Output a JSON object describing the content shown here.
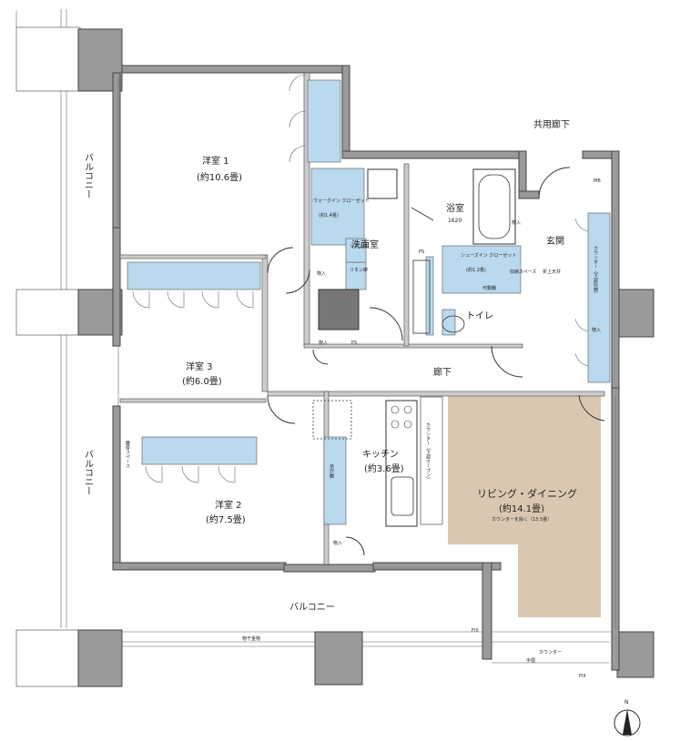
{
  "rooms": {
    "western1": {
      "name": "洋室 1",
      "size": "(約10.6畳)"
    },
    "western2": {
      "name": "洋室 2",
      "size": "(約7.5畳)"
    },
    "western3": {
      "name": "洋室 3",
      "size": "(約6.0畳)"
    },
    "living": {
      "name": "リビング・ダイニング",
      "size": "(約14.1畳)",
      "note": "カウンターを除く（13.5畳）"
    },
    "kitchen": {
      "name": "キッチン",
      "size": "(約3.6畳)"
    },
    "bath": {
      "name": "浴室",
      "size": "1620"
    },
    "washroom": {
      "name": "洗面室"
    },
    "toilet": {
      "name": "トイレ"
    },
    "corridor": {
      "name": "廊下"
    },
    "entrance": {
      "name": "玄関"
    },
    "walkin": {
      "name": "ウォークイン クローゼット",
      "size": "(約1.4畳)"
    },
    "shoesin": {
      "name": "シューズイン クローゼット",
      "size": "(約1.2畳)"
    }
  },
  "labels": {
    "common_corridor": "共用廊下",
    "balcony_left_top": "バルコニー",
    "balcony_left_bottom": "バルコニー",
    "balcony_bottom": "バルコニー",
    "storage": "物入",
    "ps": "PS",
    "mb": "MB",
    "linen": "リネン庫",
    "movable_shelf": "可動棚",
    "lift_shelf": "吊戸棚",
    "counter_lower_open": "カウンター（下部オープン）",
    "counter": "カウンター",
    "counter_entrance": "カウンター（下部収納）",
    "folding_seat": "折上天井",
    "fix": "FIX",
    "fix2": "FIX",
    "handrail": "手摺",
    "underfloor": "物干金物",
    "window_seat": "腰掛スペース",
    "study_space": "収納スペース"
  },
  "compass": {
    "north": "N"
  }
}
